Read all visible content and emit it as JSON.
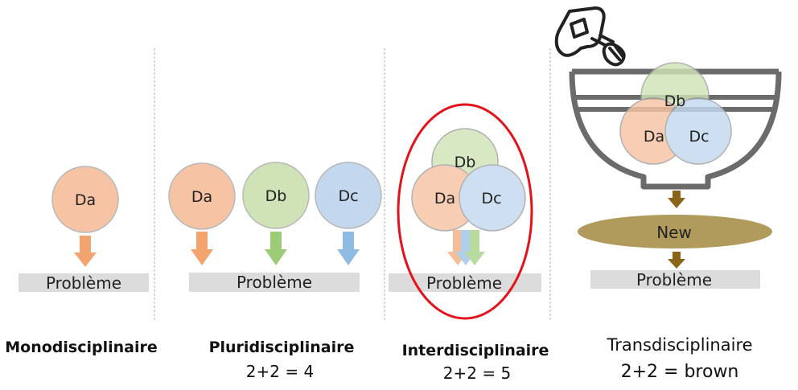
{
  "colors": {
    "da_fill": "#f6c4a4",
    "db_fill": "#cfe3b6",
    "dc_fill": "#c3d8ee",
    "da_arrow": "#f2a36e",
    "db_arrow": "#9ccc78",
    "dc_arrow": "#8fbbe3",
    "probleme_box": "#dcdcdc",
    "highlight_ring": "#e3121b",
    "new_disc": "#b09a5c",
    "brown_arrow": "#8a6418",
    "bowl": "#6b6b6b"
  },
  "panels": [
    {
      "circles": [
        "Da"
      ],
      "box": "Problème",
      "caption": "Monodisciplinaire",
      "formula": ""
    },
    {
      "circles": [
        "Da",
        "Db",
        "Dc"
      ],
      "box": "Problème",
      "caption": "Pluridisciplinaire",
      "formula": "2+2 = 4"
    },
    {
      "circles": [
        "Db",
        "Da",
        "Dc"
      ],
      "box": "Problème",
      "caption": "Interdisciplinaire",
      "formula": "2+2 = 5"
    },
    {
      "circles": [
        "Db",
        "Da",
        "Dc"
      ],
      "result": "New",
      "box": "Problème",
      "caption": "Transdisciplinaire",
      "formula": "2+2 = brown",
      "icons": [
        "mixer-icon",
        "bowl-icon"
      ]
    }
  ]
}
